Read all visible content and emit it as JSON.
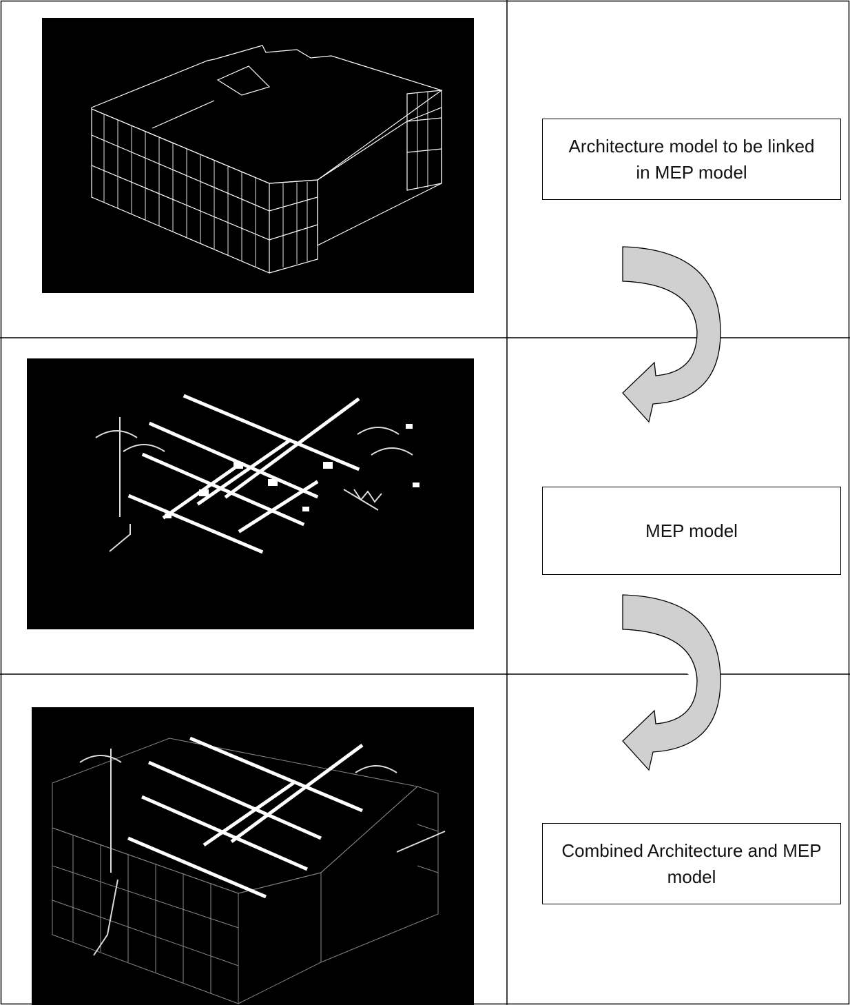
{
  "rows": [
    {
      "label": "Architecture model to be linked in MEP model",
      "image_icon": "architecture-model-wireframe"
    },
    {
      "label": "MEP model",
      "image_icon": "mep-model-wireframe"
    },
    {
      "label": "Combined Architecture and MEP model",
      "image_icon": "combined-model-wireframe"
    }
  ],
  "colors": {
    "render_background": "#000000",
    "wire": "#ffffff",
    "arrow_fill": "#d0d0d0",
    "border": "#000000"
  }
}
